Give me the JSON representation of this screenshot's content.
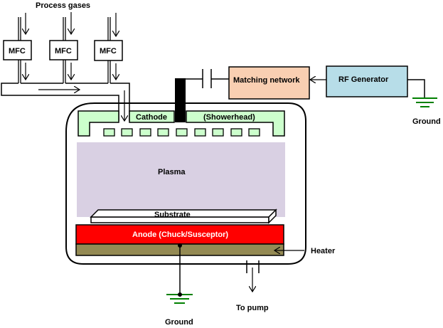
{
  "labels": {
    "process_gases": "Process gases",
    "mfc": [
      "MFC",
      "MFC",
      "MFC"
    ],
    "matching_network": "Matching network",
    "rf_generator": "RF Generator",
    "ground_rf": "Ground",
    "cathode": "Cathode",
    "showerhead": "(Showerhead)",
    "plasma": "Plasma",
    "substrate": "Substrate",
    "anode": "Anode (Chuck/Susceptor)",
    "heater": "Heater",
    "to_pump": "To pump",
    "ground_bottom": "Ground"
  },
  "colors": {
    "cathode_fill": "#ccffcc",
    "plasma_fill": "#d9d0e3",
    "anode_fill": "#ff0000",
    "heater_fill": "#948a54",
    "matching_fill": "#f9cfb2",
    "rf_fill": "#b7dde8",
    "ground_color": "#008000"
  }
}
